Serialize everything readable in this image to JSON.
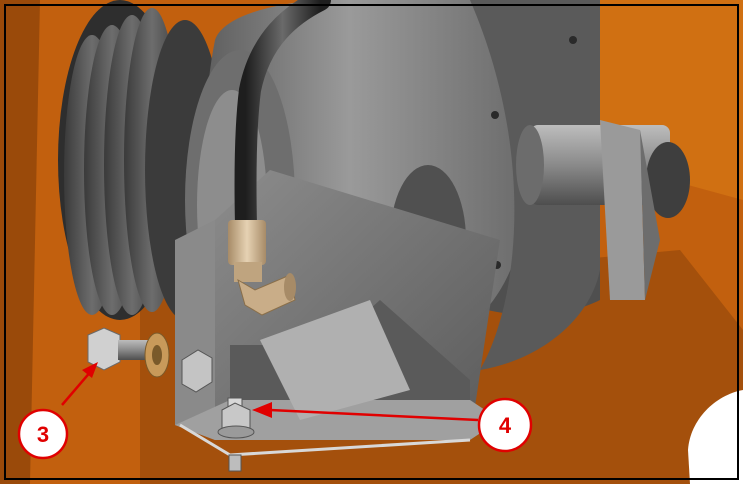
{
  "callouts": [
    {
      "id": "callout-3",
      "label": "3"
    },
    {
      "id": "callout-4",
      "label": "4"
    }
  ],
  "colors": {
    "background_orange": "#c2600e",
    "background_orange_dark": "#8e4208",
    "metal_gray": "#8a8a8a",
    "metal_dark": "#4a4a4a",
    "hose_black": "#2b2b2b",
    "fitting_tan": "#c9ad88",
    "washer_brass": "#c89a5a",
    "arrow_red": "#e00000",
    "frame_black": "#000000"
  }
}
